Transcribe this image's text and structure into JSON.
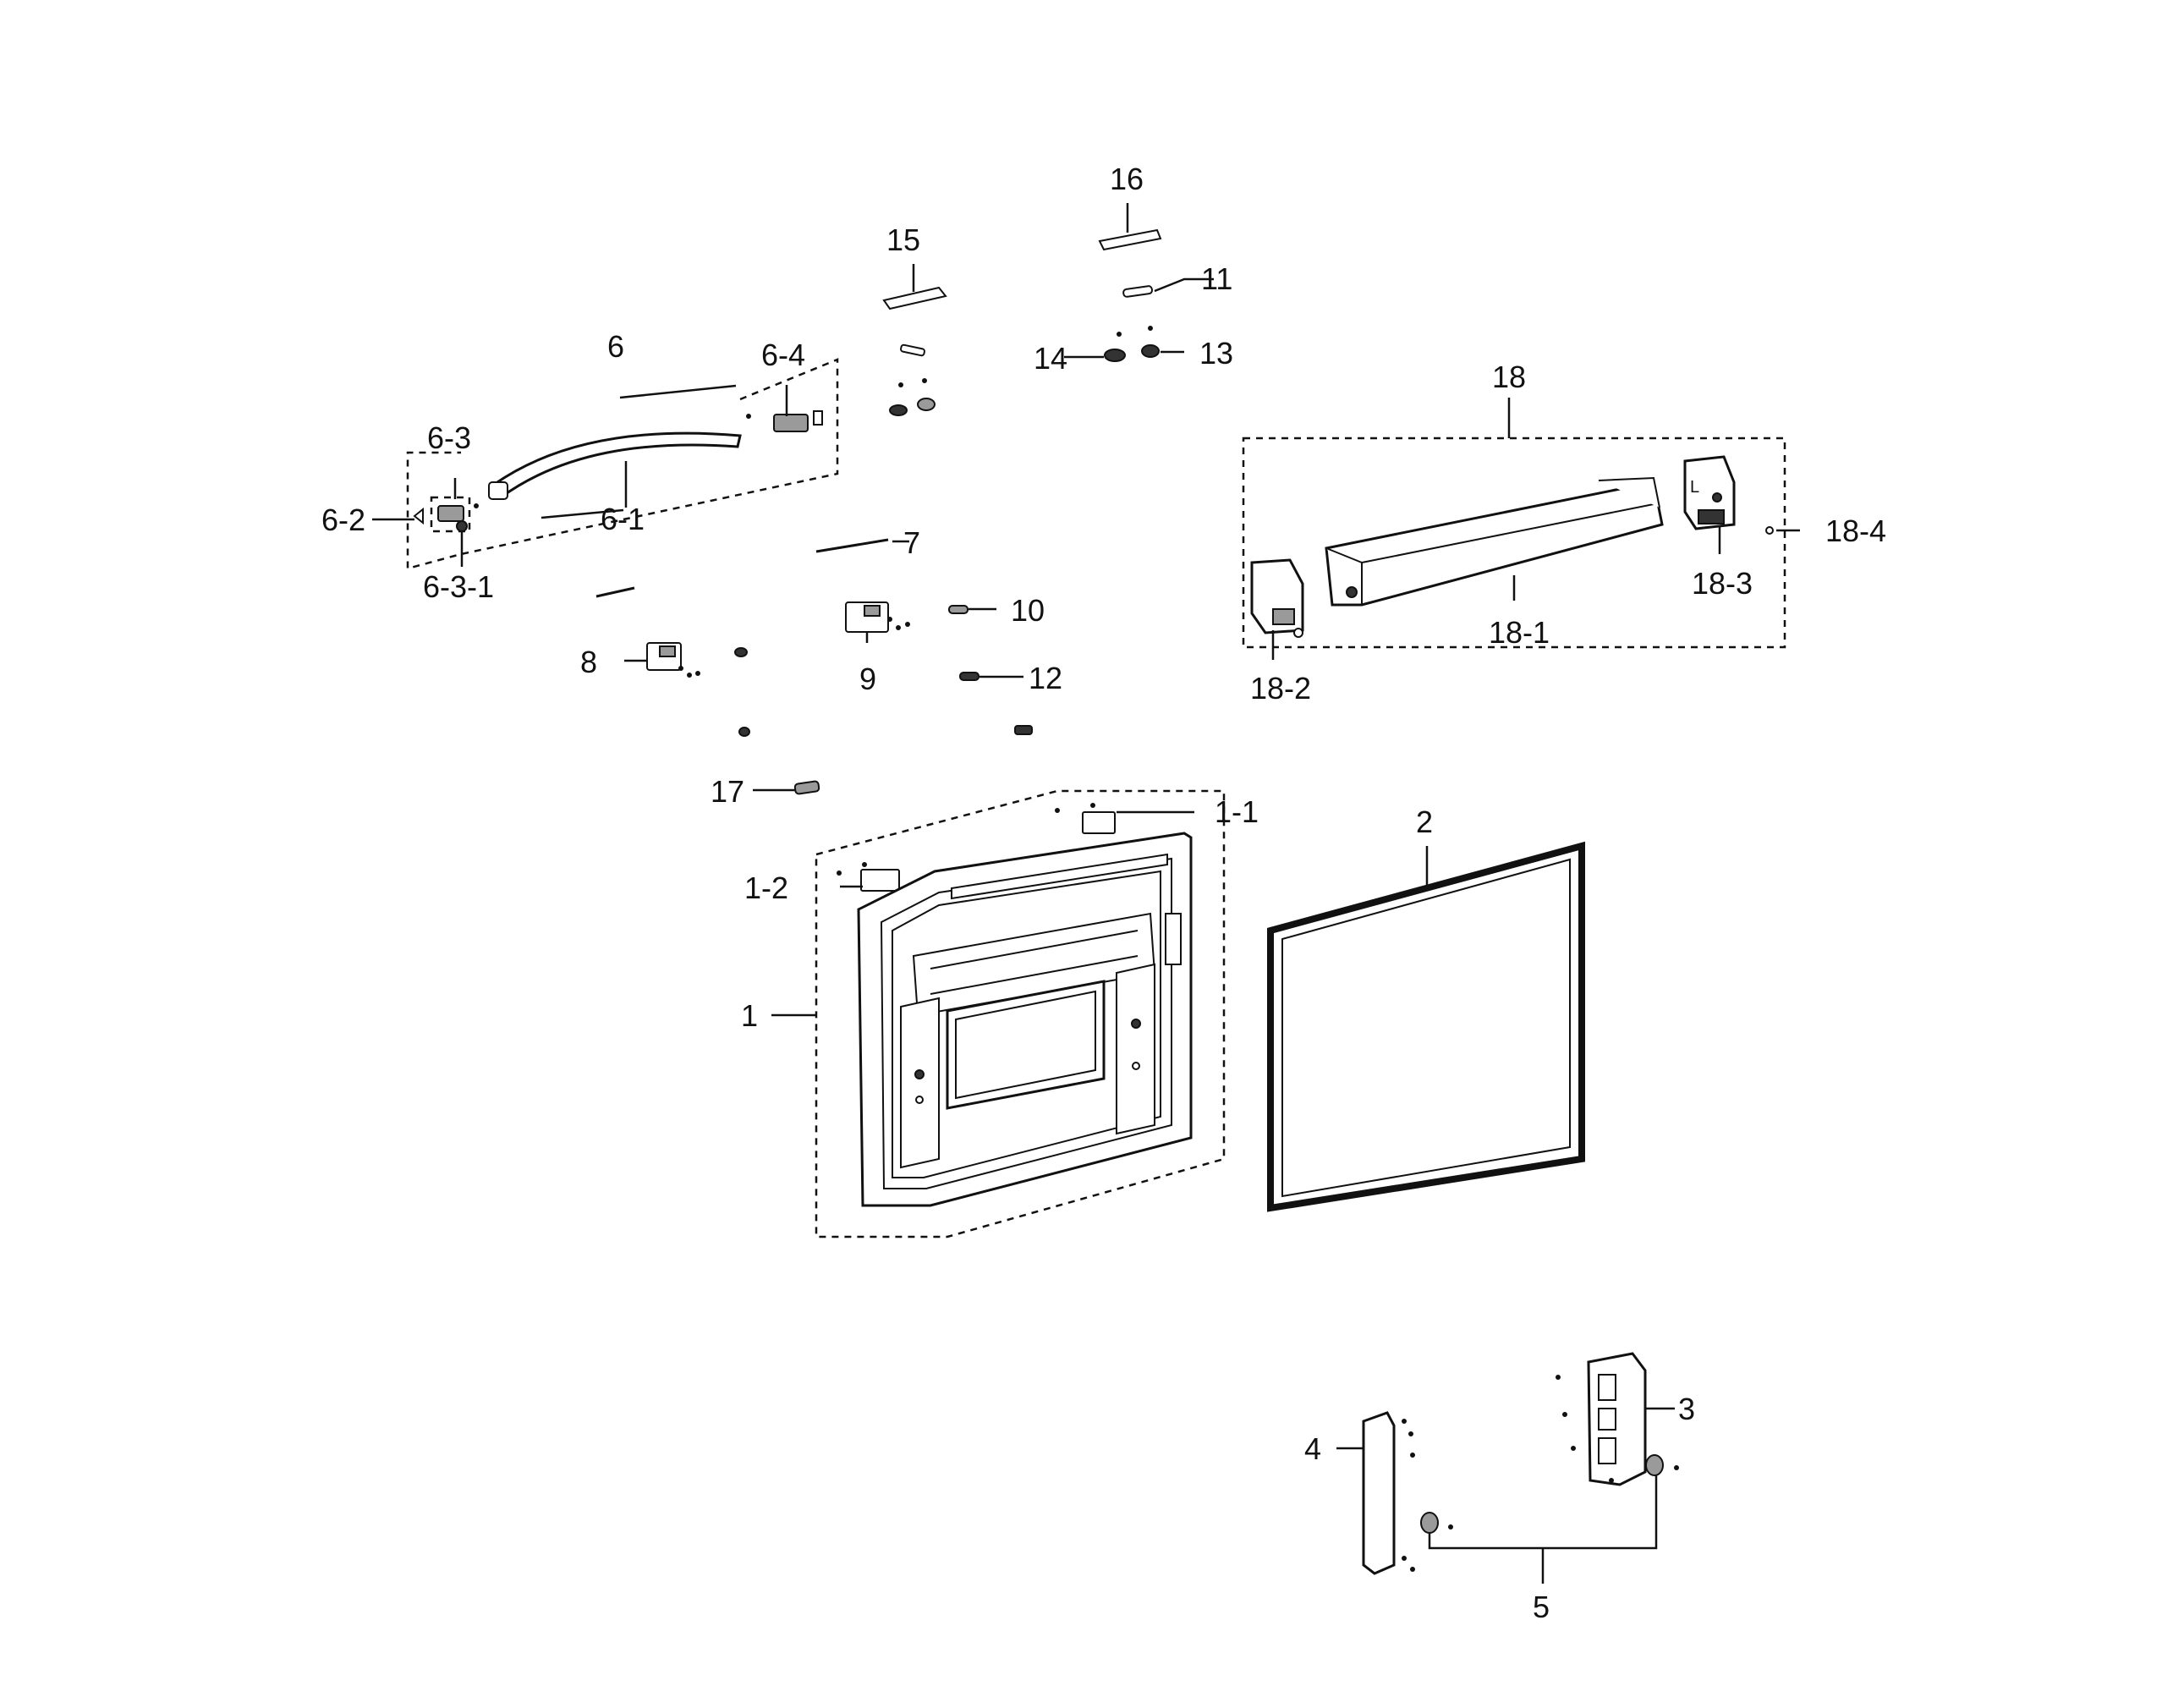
{
  "diagram": {
    "callouts": {
      "c1": "1",
      "c1_1": "1-1",
      "c1_2": "1-2",
      "c2": "2",
      "c3": "3",
      "c4": "4",
      "c5": "5",
      "c6": "6",
      "c6_1": "6-1",
      "c6_2": "6-2",
      "c6_3": "6-3",
      "c6_3_1": "6-3-1",
      "c6_4": "6-4",
      "c7": "7",
      "c8": "8",
      "c9": "9",
      "c10": "10",
      "c11": "11",
      "c12": "12",
      "c13": "13",
      "c14": "14",
      "c15": "15",
      "c16": "16",
      "c17": "17",
      "c18": "18",
      "c18_1": "18-1",
      "c18_2": "18-2",
      "c18_3": "18-3",
      "c18_4": "18-4"
    },
    "bin_side_letter": "L"
  }
}
